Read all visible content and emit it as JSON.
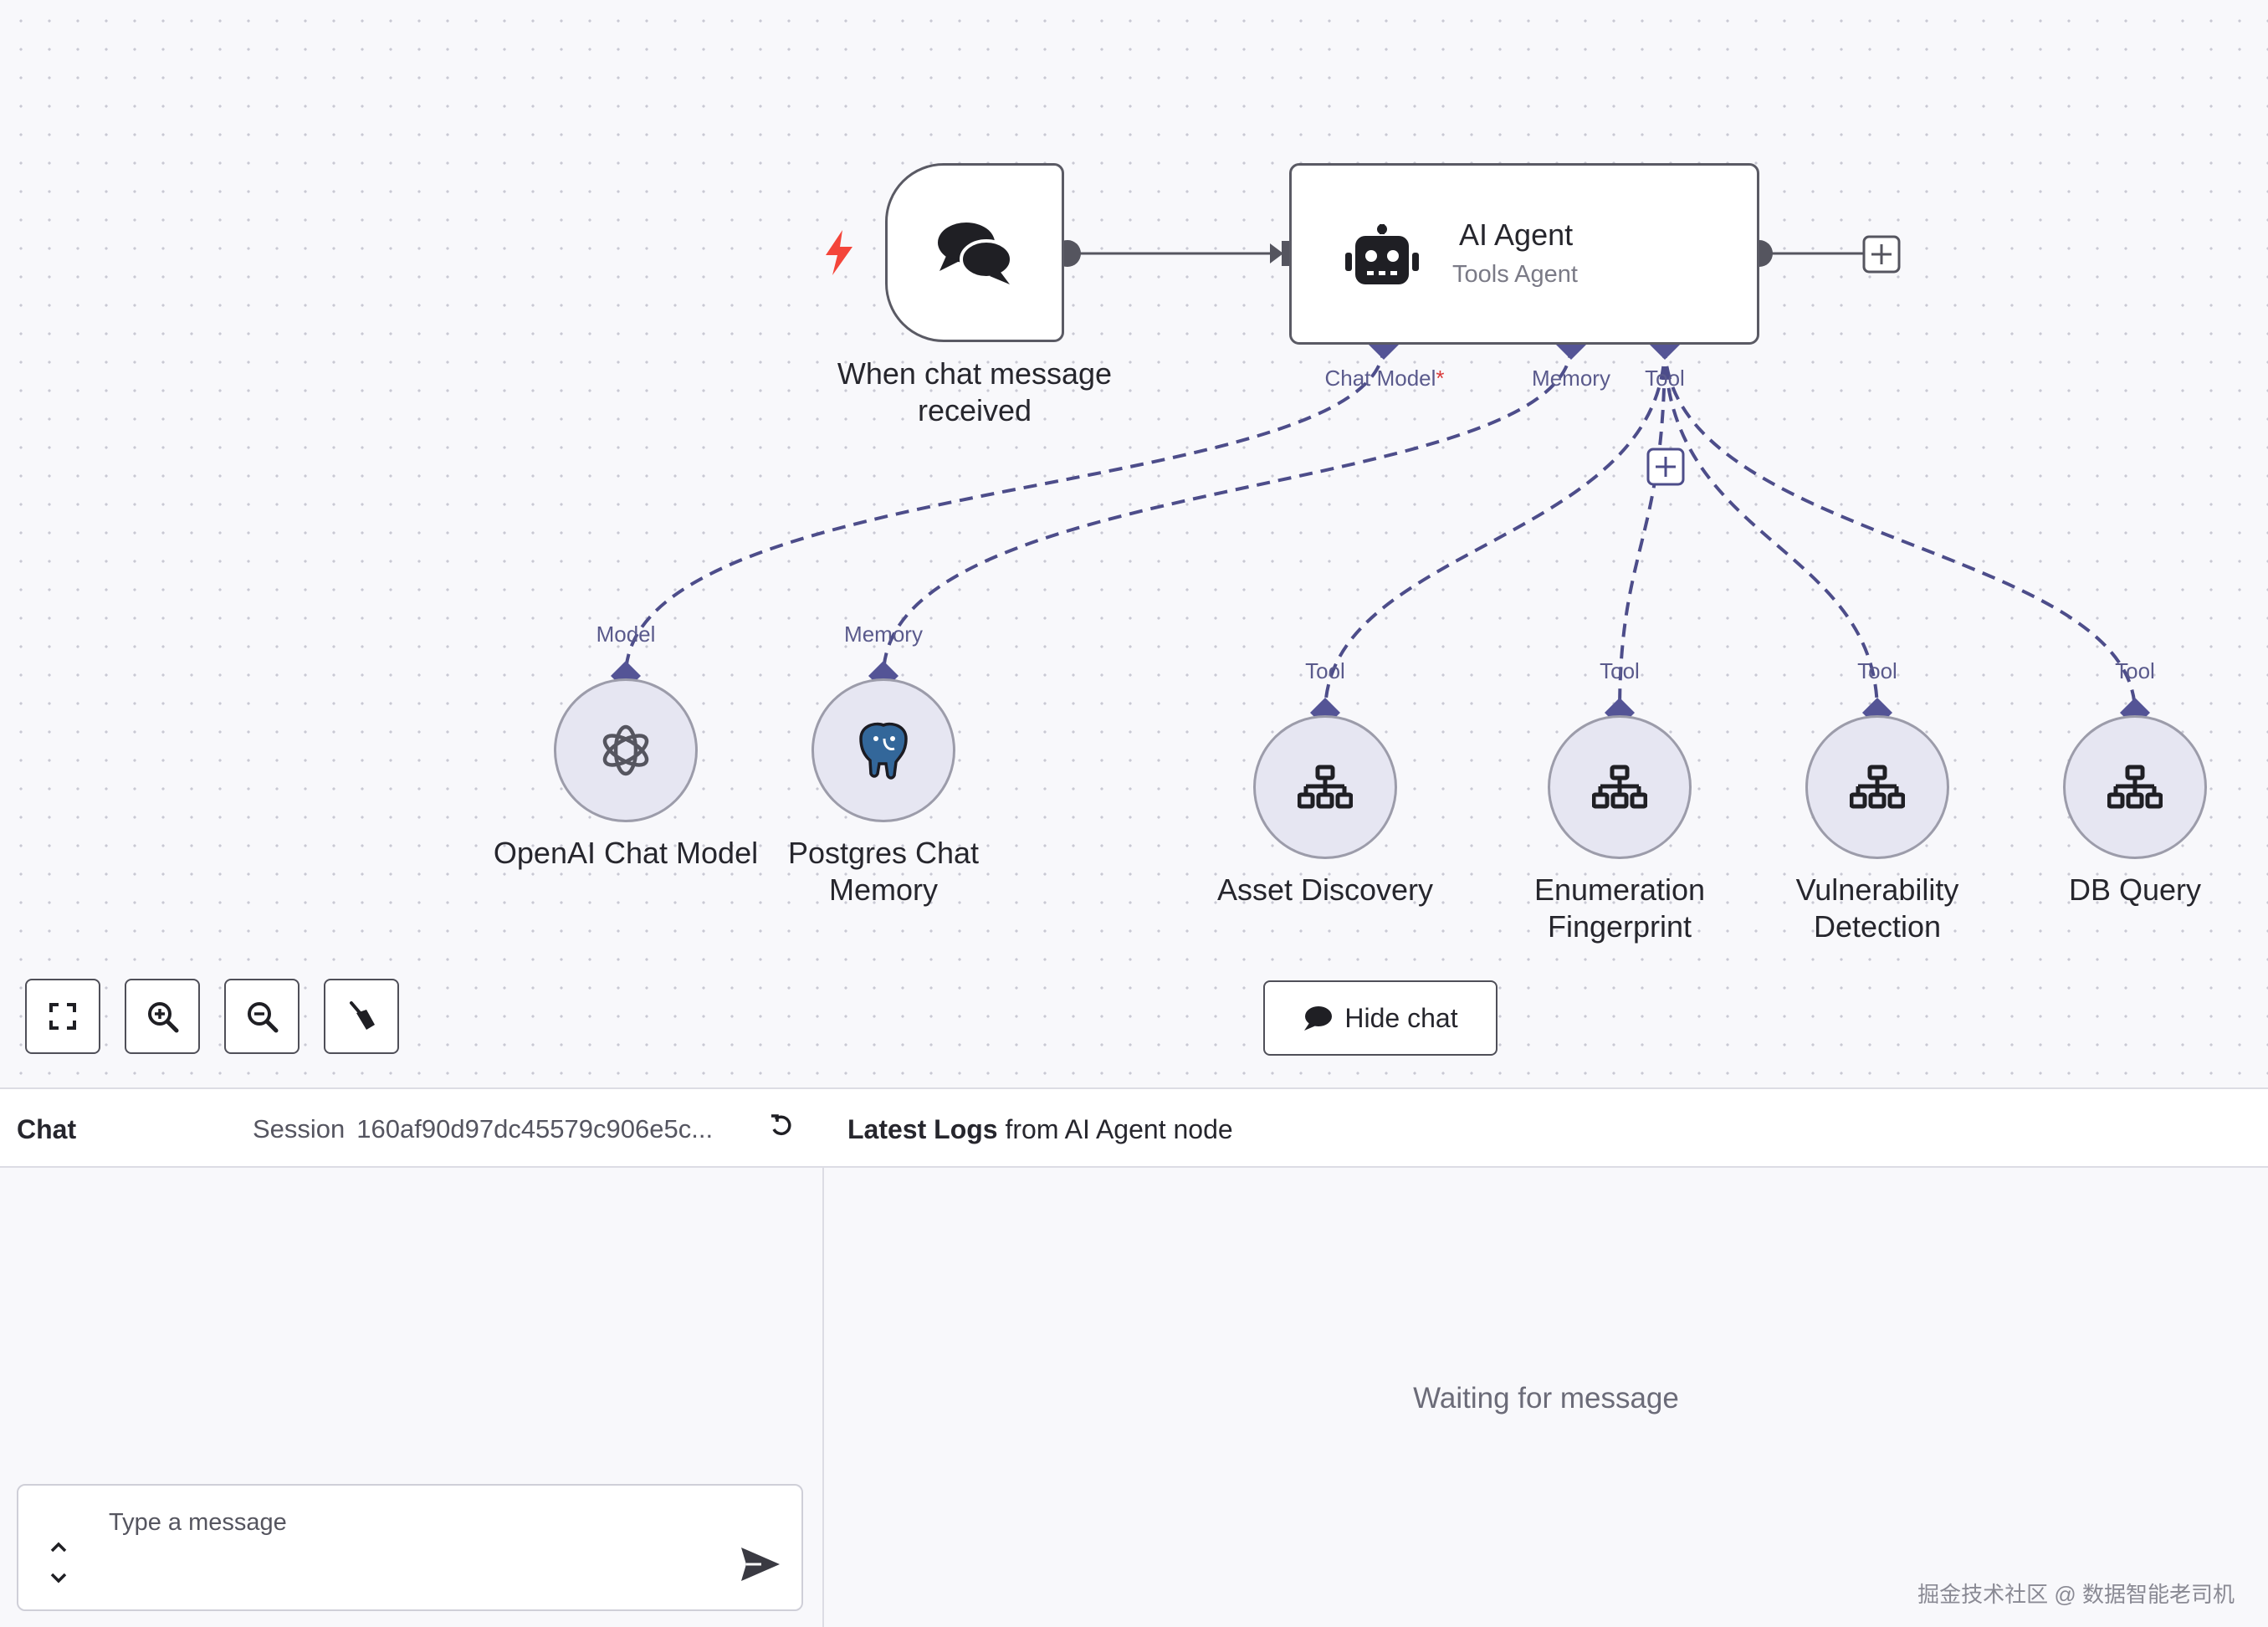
{
  "workflow": {
    "trigger": {
      "label": "When chat message\nreceived"
    },
    "agent": {
      "title": "AI Agent",
      "subtitle": "Tools Agent",
      "ports": {
        "chat_model": "Chat Model",
        "required_mark": "*",
        "memory": "Memory",
        "tool": "Tool"
      }
    },
    "sub_nodes": [
      {
        "id": "openai",
        "port_label": "Model",
        "label": "OpenAI Chat Model",
        "icon": "openai-icon"
      },
      {
        "id": "postgres",
        "port_label": "Memory",
        "label": "Postgres Chat\nMemory",
        "icon": "postgres-elephant-icon"
      },
      {
        "id": "asset",
        "port_label": "Tool",
        "label": "Asset Discovery",
        "icon": "sitemap-icon"
      },
      {
        "id": "enum",
        "port_label": "Tool",
        "label": "Enumeration\nFingerprint",
        "icon": "sitemap-icon"
      },
      {
        "id": "vuln",
        "port_label": "Tool",
        "label": "Vulnerability\nDetection",
        "icon": "sitemap-icon"
      },
      {
        "id": "db",
        "port_label": "Tool",
        "label": "DB Query",
        "icon": "sitemap-icon"
      }
    ]
  },
  "controls": {
    "hide_chat": "Hide chat"
  },
  "chat": {
    "title": "Chat",
    "session_label": "Session",
    "session_id": "160af90d97dc45579c906e5c...",
    "input_placeholder": "Type a message"
  },
  "logs": {
    "title_bold": "Latest Logs",
    "title_rest": " from AI Agent node",
    "empty_state": "Waiting for message"
  },
  "watermark": "掘金技术社区 @ 数据智能老司机",
  "colors": {
    "edge": "#4d4d8a",
    "port": "#545496",
    "trigger_bolt": "#f4453a",
    "node_border": "#5a5a64",
    "subnode_fill": "#e6e6f2"
  }
}
